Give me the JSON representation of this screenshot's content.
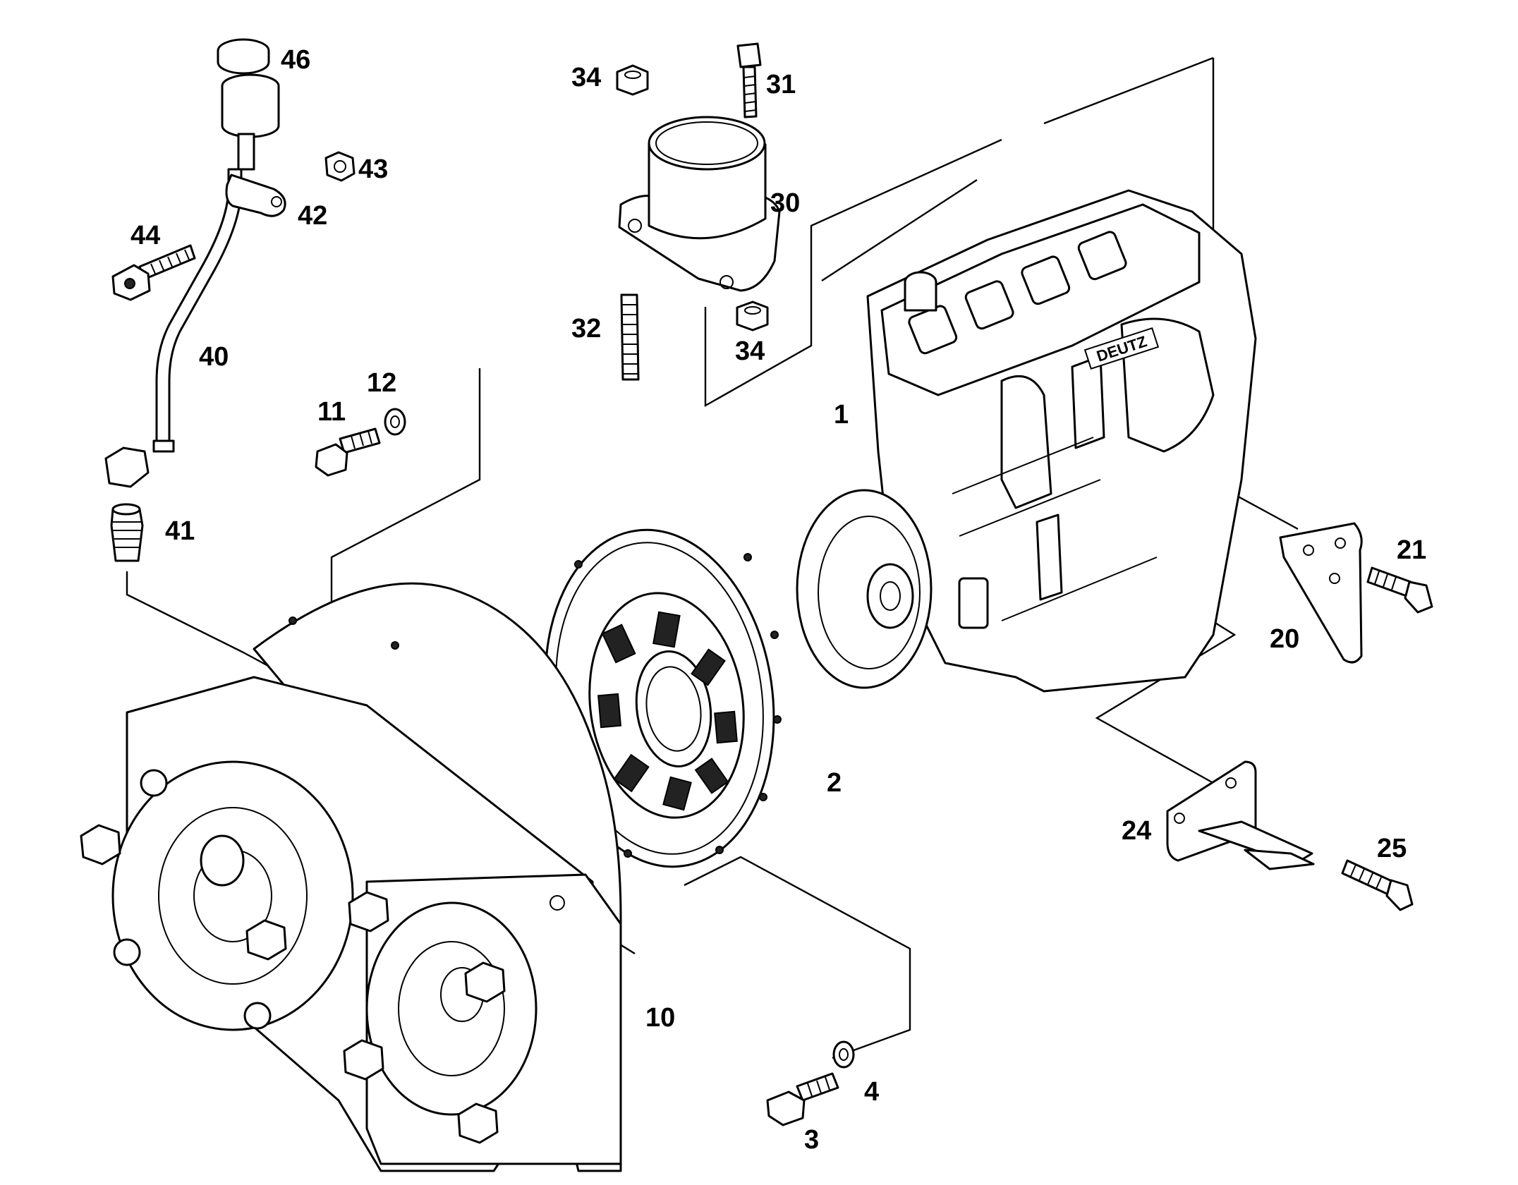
{
  "callouts": {
    "c1": "1",
    "c2": "2",
    "c3": "3",
    "c4": "4",
    "c10": "10",
    "c11": "11",
    "c12": "12",
    "c20": "20",
    "c21": "21",
    "c24": "24",
    "c25": "25",
    "c30": "30",
    "c31": "31",
    "c32": "32",
    "c34a": "34",
    "c34b": "34",
    "c40": "40",
    "c41": "41",
    "c42": "42",
    "c43": "43",
    "c44": "44",
    "c46": "46"
  },
  "engine_badge": "DEUTZ"
}
